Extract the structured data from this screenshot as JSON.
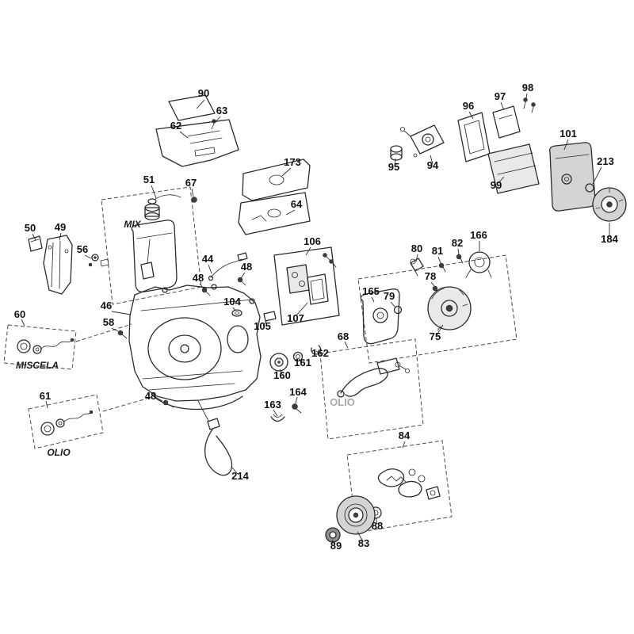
{
  "diagram": {
    "type": "exploded-parts-diagram",
    "callouts": [
      "90",
      "63",
      "62",
      "173",
      "64",
      "51",
      "67",
      "MIX",
      "50",
      "49",
      "56",
      "106",
      "44",
      "48",
      "48",
      "104",
      "46",
      "58",
      "105",
      "107",
      "60",
      "MISCELA",
      "162",
      "161",
      "160",
      "48",
      "164",
      "163",
      "61",
      "OLIO",
      "214",
      "68",
      "OLIO",
      "96",
      "97",
      "98",
      "95",
      "94",
      "99",
      "101",
      "213",
      "184",
      "80",
      "81",
      "82",
      "166",
      "78",
      "79",
      "165",
      "75",
      "84",
      "88",
      "83",
      "89"
    ],
    "colors": {
      "line": "#2b2b2b",
      "fill_light": "#e9e9e9",
      "fill_medium": "#d4d4d4",
      "fill_dark": "#8f8f8f",
      "callout_text": "#101010",
      "caption_gray": "#a9a9a9",
      "background": "#ffffff"
    }
  }
}
